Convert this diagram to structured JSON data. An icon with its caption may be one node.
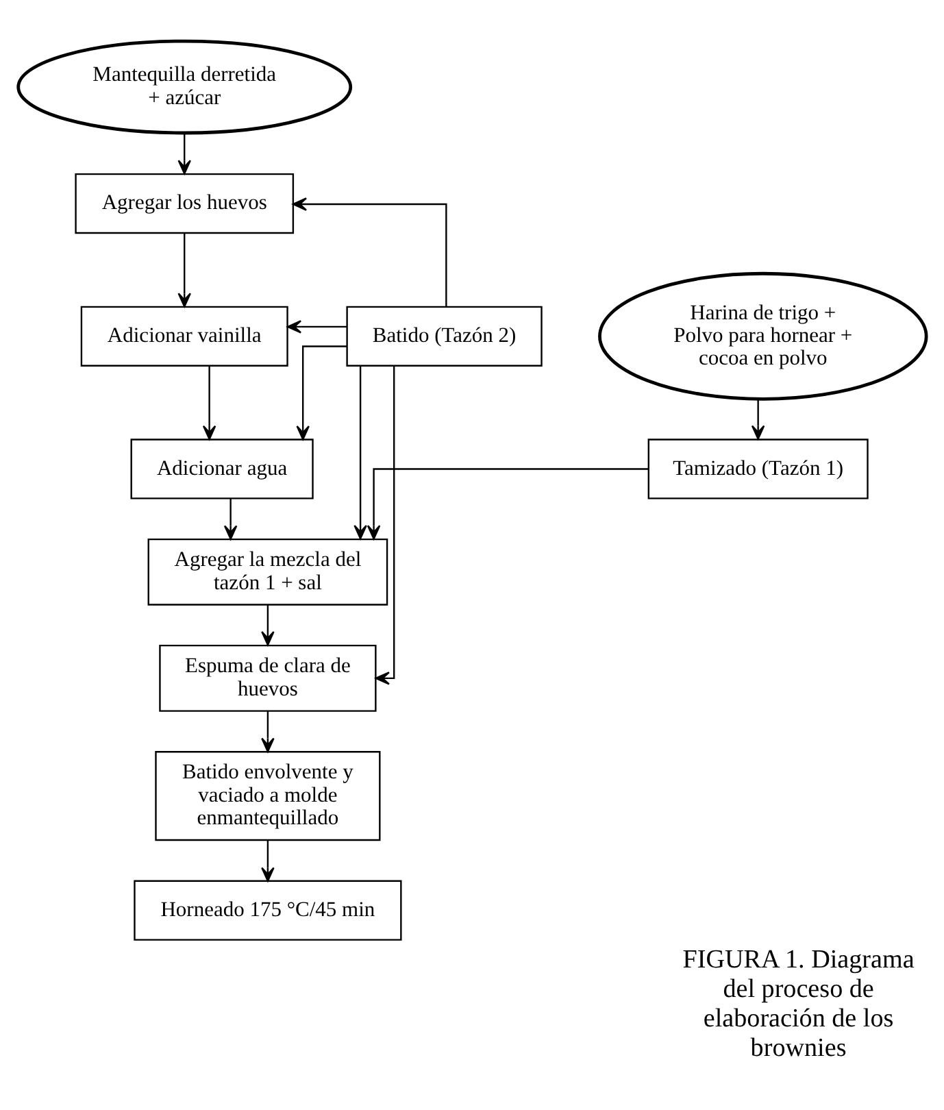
{
  "diagram": {
    "caption": "FIGURA 1. Diagrama del proceso de elaboración de los brownies",
    "nodes": [
      {
        "text": [
          "Mantequilla derretida + azúcar"
        ]
      },
      {
        "text": [
          "Agregar los huevos"
        ]
      },
      {
        "text": [
          "Batido (Tazón 2)"
        ]
      },
      {
        "text": [
          "Harina de trigo + Polvo para hornear + cocoa en polvo"
        ]
      },
      {
        "text": [
          "Adicionar vainilla"
        ]
      },
      {
        "text": [
          "Adicionar agua"
        ]
      },
      {
        "text": [
          "Tamizado (Tazón 1)"
        ]
      },
      {
        "text": [
          "Agregar la mezcla del tazón 1 + sal"
        ]
      },
      {
        "text": [
          "Espuma de clara de huevos"
        ]
      },
      {
        "text": [
          "Batido envolvente y vaciado a molde enmantequillado"
        ]
      },
      {
        "text": [
          "Horneado 175 °C/45 min"
        ]
      }
    ],
    "edges": [
      {
        "from": 0,
        "to": 1,
        "arrow": "to"
      },
      {
        "from": 2,
        "to": 1,
        "arrow": "to"
      },
      {
        "from": 1,
        "to": 4,
        "arrow": "to"
      },
      {
        "from": 2,
        "to": 4,
        "arrow": "to"
      },
      {
        "from": 4,
        "to": 5,
        "arrow": "to"
      },
      {
        "from": 2,
        "to": 5,
        "arrow": "to"
      },
      {
        "from": 3,
        "to": 6,
        "arrow": "to"
      },
      {
        "from": 5,
        "to": 7,
        "arrow": "to"
      },
      {
        "from": 2,
        "to": 7,
        "arrow": "to"
      },
      {
        "from": 6,
        "to": 7,
        "arrow": "to"
      },
      {
        "from": 7,
        "to": 8,
        "arrow": "to"
      },
      {
        "from": 2,
        "to": 8,
        "arrow": "to"
      },
      {
        "from": 8,
        "to": 9,
        "arrow": "to"
      },
      {
        "from": 9,
        "to": 10,
        "arrow": "to"
      }
    ]
  }
}
